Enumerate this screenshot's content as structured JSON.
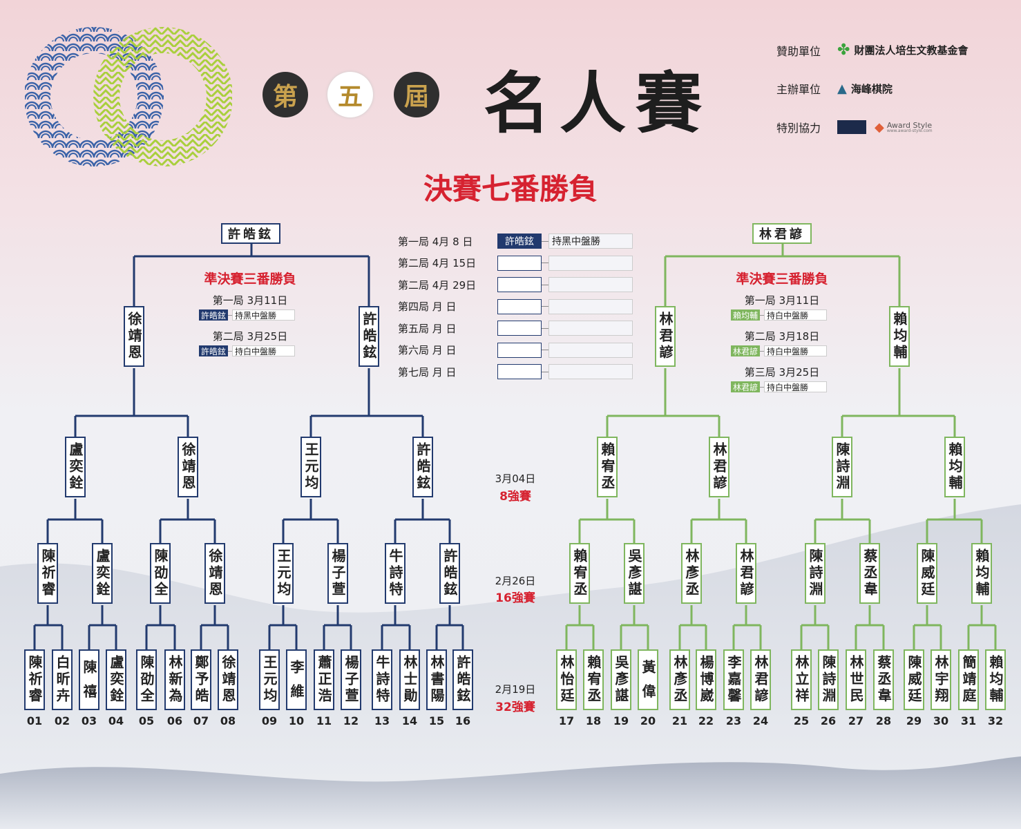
{
  "colors": {
    "left": "#223a6e",
    "right": "#7fb65e",
    "accent": "#d62230",
    "edition_bg": "#2f2f2f"
  },
  "header": {
    "edition": [
      "第",
      "五",
      "屆"
    ],
    "title": "名人賽",
    "subtitle": "決賽七番勝負"
  },
  "sponsors": [
    {
      "label": "贊助單位",
      "org": "財團法人培生文教基金會",
      "icon": "clover-icon"
    },
    {
      "label": "主辦單位",
      "org": "海峰棋院",
      "icon": "mountain-icon"
    },
    {
      "label": "特別協力",
      "org": "",
      "logo_a": "",
      "logo_b": "Award Style",
      "logo_b_url": "www.award-style.com"
    }
  ],
  "finalists": {
    "left": "許皓鉉",
    "right": "林君諺"
  },
  "final_games": [
    {
      "label": "第一局  4月  8 日",
      "winner": "許皓鉉",
      "result": "持黑中盤勝"
    },
    {
      "label": "第二局  4月 15日",
      "winner": "",
      "result": ""
    },
    {
      "label": "第二局  4月 29日",
      "winner": "",
      "result": ""
    },
    {
      "label": "第四局    月    日",
      "winner": "",
      "result": ""
    },
    {
      "label": "第五局    月    日",
      "winner": "",
      "result": ""
    },
    {
      "label": "第六局    月    日",
      "winner": "",
      "result": ""
    },
    {
      "label": "第七局    月    日",
      "winner": "",
      "result": ""
    }
  ],
  "semifinal_left": {
    "title": "準決賽三番勝負",
    "games": [
      {
        "label": "第一局 3月11日",
        "winner": "許皓鉉",
        "result": "持黑中盤勝"
      },
      {
        "label": "第二局 3月25日",
        "winner": "許皓鉉",
        "result": "持白中盤勝"
      }
    ]
  },
  "semifinal_right": {
    "title": "準決賽三番勝負",
    "games": [
      {
        "label": "第一局 3月11日",
        "winner": "賴均輔",
        "result": "持白中盤勝"
      },
      {
        "label": "第二局 3月18日",
        "winner": "林君諺",
        "result": "持白中盤勝"
      },
      {
        "label": "第三局 3月25日",
        "winner": "林君諺",
        "result": "持白中盤勝"
      }
    ]
  },
  "rounds": [
    {
      "date": "3月04日",
      "name": "8強賽"
    },
    {
      "date": "2月26日",
      "name": "16強賽"
    },
    {
      "date": "2月19日",
      "name": "32強賽"
    }
  ],
  "bracket": {
    "r32": [
      "陳祈睿",
      "白昕卉",
      "陳 禧",
      "盧奕銓",
      "陳劭全",
      "林新為",
      "鄭予皓",
      "徐靖恩",
      "王元均",
      "李 維",
      "蕭正浩",
      "楊子萱",
      "牛詩特",
      "林士勛",
      "林書陽",
      "許皓鉉",
      "林怡廷",
      "賴宥丞",
      "吳彥諶",
      "黃 偉",
      "林彥丞",
      "楊博崴",
      "李嘉馨",
      "林君諺",
      "林立祥",
      "陳詩淵",
      "林世民",
      "蔡丞韋",
      "陳威廷",
      "林宇翔",
      "簡靖庭",
      "賴均輔"
    ],
    "r16": [
      "陳祈睿",
      "盧奕銓",
      "陳劭全",
      "徐靖恩",
      "王元均",
      "楊子萱",
      "牛詩特",
      "許皓鉉",
      "賴宥丞",
      "吳彥諶",
      "林彥丞",
      "林君諺",
      "陳詩淵",
      "蔡丞韋",
      "陳威廷",
      "賴均輔"
    ],
    "r8": [
      "盧奕銓",
      "徐靖恩",
      "王元均",
      "許皓鉉",
      "賴宥丞",
      "林君諺",
      "陳詩淵",
      "賴均輔"
    ],
    "r4": [
      "徐靖恩",
      "許皓鉉",
      "林君諺",
      "賴均輔"
    ],
    "numbers": [
      "01",
      "02",
      "03",
      "04",
      "05",
      "06",
      "07",
      "08",
      "09",
      "10",
      "11",
      "12",
      "13",
      "14",
      "15",
      "16",
      "17",
      "18",
      "19",
      "20",
      "21",
      "22",
      "23",
      "24",
      "25",
      "26",
      "27",
      "28",
      "29",
      "30",
      "31",
      "32"
    ]
  }
}
